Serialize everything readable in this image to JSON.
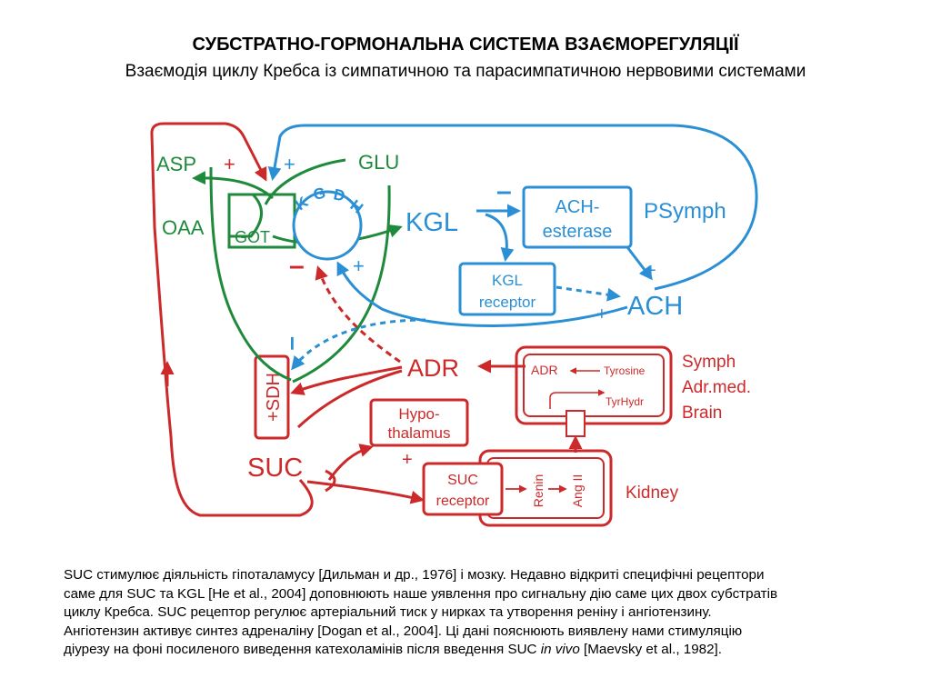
{
  "title": "СУБСТРАТНО-ГОРМОНАЛЬНА СИСТЕМА ВЗАЄМОРЕГУЛЯЦІЇ",
  "subtitle": "Взаємодія циклу Кребса із симпатичною та парасимпатичною нервовими системами",
  "colors": {
    "red": "#cc2a2a",
    "green": "#1f8a3c",
    "blue": "#2a8fd4"
  },
  "labels": {
    "asp": "ASP",
    "glu": "GLU",
    "oaa": "OAA",
    "got": "GOT",
    "kgdh": [
      "K",
      "G",
      "D",
      "H"
    ],
    "kgl": "KGL",
    "ach_esterase": [
      "ACH-",
      "esterase"
    ],
    "psymph": "PSymph",
    "kgl_receptor": [
      "KGL",
      "receptor"
    ],
    "ach": "ACH",
    "adr": "ADR",
    "sdh": "+SDH",
    "adr_small": "ADR",
    "tyrosine": "Tyrosine",
    "tyrhydr": "TyrHydr",
    "symph": [
      "Symph",
      "Adr.med.",
      "Brain"
    ],
    "hypothalamus": [
      "Hypo-",
      "thalamus"
    ],
    "suc": "SUC",
    "suc_receptor": [
      "SUC",
      "receptor"
    ],
    "renin": "Renin",
    "ang2": "Ang II",
    "kidney": "Kidney"
  },
  "signs": {
    "plus": "+",
    "minus": "–"
  },
  "caption": {
    "line1": "SUC стимулює діяльність гіпоталамусу [Дильман и др., 1976] і мозку. Недавно відкриті специфічні рецептори",
    "line2": "саме для SUC та KGL [He et al., 2004] доповнюють наше уявлення про сигнальну дію саме цих двох субстратів",
    "line3": "циклу Кребса.  SUC рецептор регулює артеріальний тиск у нирках та утворення  реніну і ангіотензину.",
    "line4": "Ангіотензин активує синтез адреналіну [Dogan et al., 2004]. Ці дані пояснюють виявлену нами стимуляцію",
    "line5a": "діурезу на фоні посиленого виведення катехоламінів після введення SUC ",
    "line5b": "in vivo",
    "line5c": " [Maevsky et al., 1982]."
  }
}
